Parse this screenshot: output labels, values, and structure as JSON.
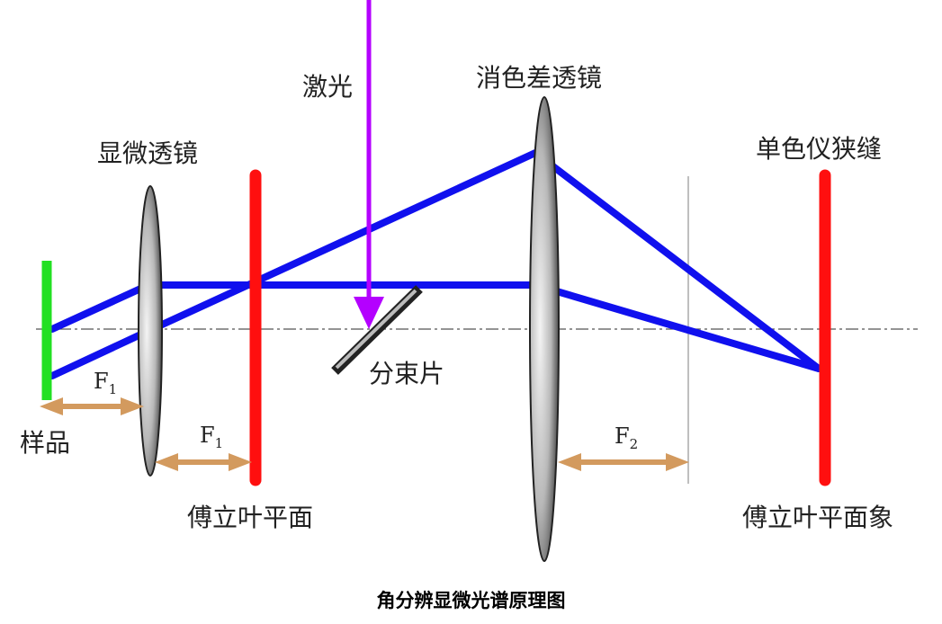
{
  "colors": {
    "beam": "#1010ee",
    "laser": "#b400ff",
    "sample": "#22e022",
    "fourier_plane": "#ff0f0f",
    "arrow": "#d39a5e",
    "axis": "#555555",
    "lens_edge": "#222222"
  },
  "labels": {
    "laser": "激光",
    "microscope_lens": "显微透镜",
    "achromatic_lens": "消色差透镜",
    "slit": "单色仪狭缝",
    "beam_splitter": "分束片",
    "sample": "样品",
    "fourier_plane": "傅立叶平面",
    "fourier_image": "傅立叶平面象",
    "focal_1": "F",
    "focal_1_sub": "1",
    "focal_2": "F",
    "focal_2_sub": "2"
  },
  "caption": "角分辨显微光谱原理图"
}
